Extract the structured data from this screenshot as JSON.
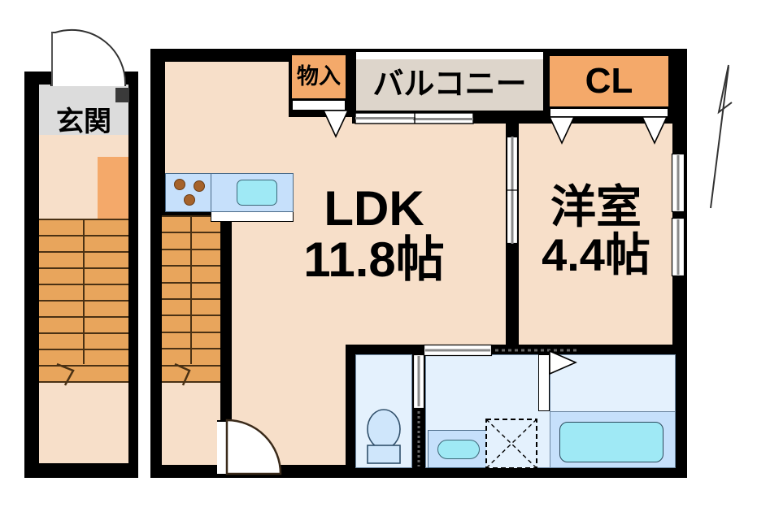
{
  "plan": {
    "type": "japanese-floor-plan",
    "rooms": [
      {
        "id": "genkan",
        "label": "玄関",
        "sub": "",
        "fill": "#dcdcdc"
      },
      {
        "id": "ldk",
        "label": "LDK",
        "sub": "11.8帖",
        "fill": "#f7dfc9"
      },
      {
        "id": "yoshitsu",
        "label": "洋室",
        "sub": "4.4帖",
        "fill": "#f7dfc9"
      },
      {
        "id": "balcony",
        "label": "バルコニー",
        "sub": "",
        "fill": "#ddd5cb"
      },
      {
        "id": "cl",
        "label": "CL",
        "sub": "",
        "fill": "#f4a96a"
      },
      {
        "id": "monoire",
        "label": "物入",
        "sub": "",
        "fill": "#f4a96a"
      }
    ],
    "labels": {
      "genkan": "玄関",
      "ldk_name": "LDK",
      "ldk_size": "11.8帖",
      "yoshitsu_name": "洋室",
      "yoshitsu_size": "4.4帖",
      "balcony": "バルコニー",
      "cl": "CL",
      "monoire": "物入"
    },
    "fixtures": [
      {
        "name": "stove",
        "burners": 3
      },
      {
        "name": "sink",
        "basins": 1
      },
      {
        "name": "toilet",
        "count": 1
      },
      {
        "name": "washbasin",
        "count": 1
      },
      {
        "name": "washing-machine-space",
        "count": 1
      },
      {
        "name": "bathtub",
        "count": 1
      },
      {
        "name": "staircase-outer",
        "steps": 10
      },
      {
        "name": "staircase-inner",
        "steps": 10
      }
    ],
    "colors": {
      "wall": "#000000",
      "floor": "#f7dfc9",
      "tile": "#dcdcdc",
      "closet": "#f4a96a",
      "balcony": "#ddd5cb",
      "water_light": "#e4f1fd",
      "water_mid": "#c6e0fb",
      "tub": "#9fe9f5",
      "stair": "#e8a55c",
      "burner": "#a5622a"
    },
    "compass": {
      "name": "north-arrow",
      "direction": "N"
    }
  }
}
